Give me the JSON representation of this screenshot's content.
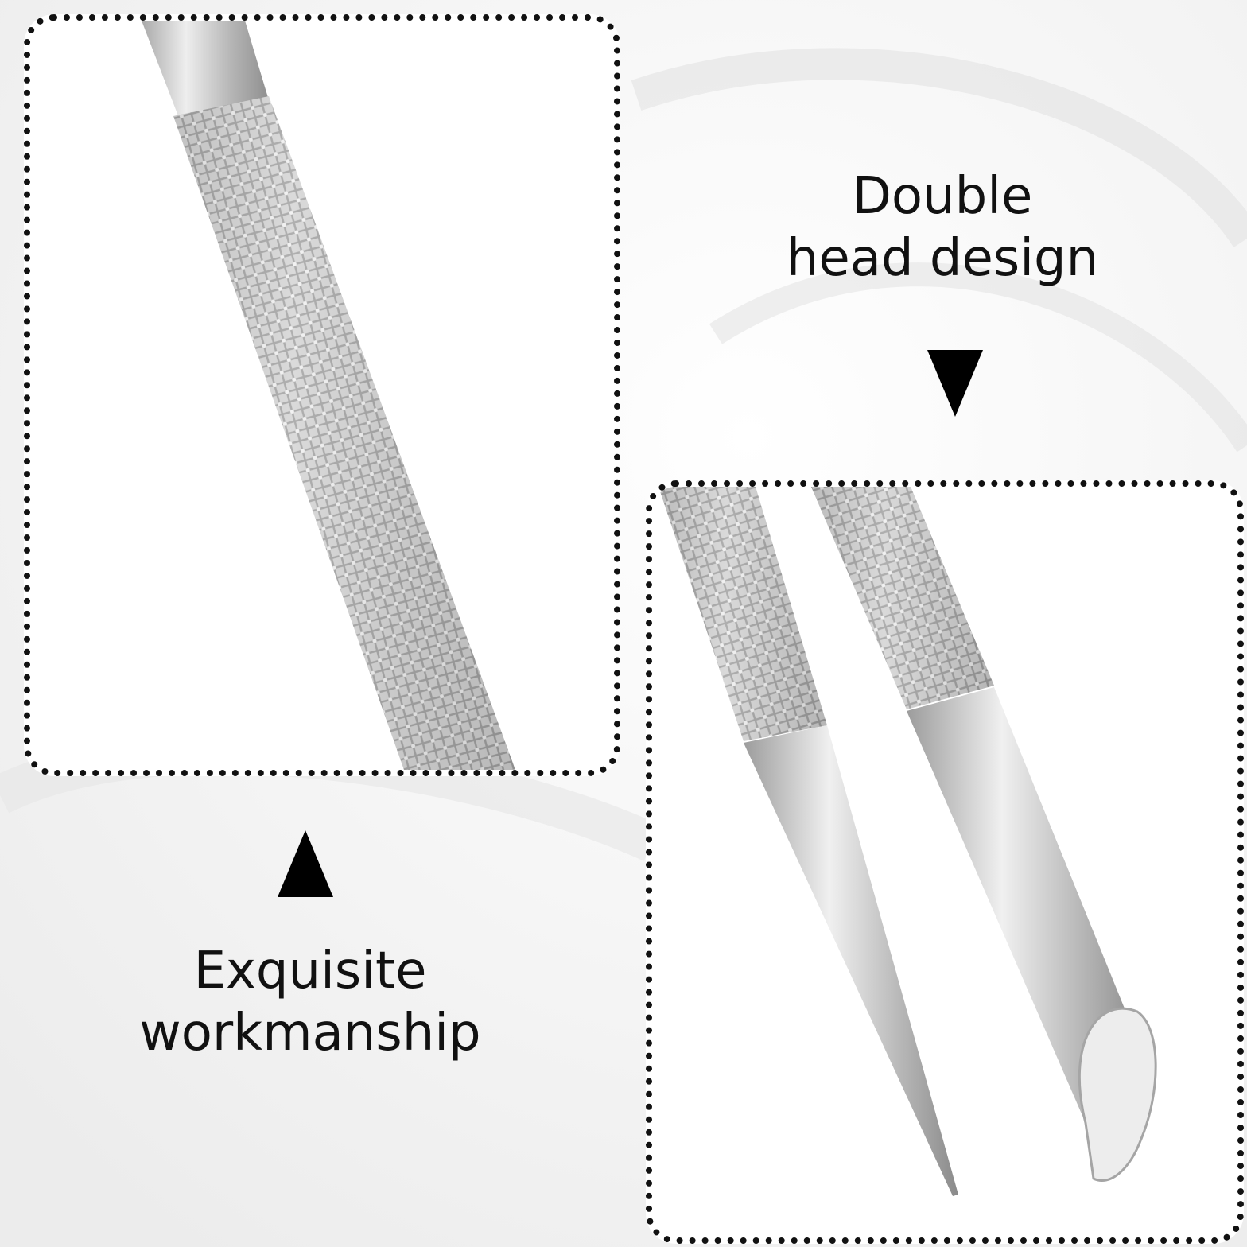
{
  "captions": {
    "top_right": [
      "Double",
      "head design"
    ],
    "bottom_left": [
      "Exquisite",
      "workmanship"
    ]
  },
  "colors": {
    "background": "#f4f4f4",
    "panel_fill": "#ffffff",
    "panel_border": "#111111",
    "metal_light": "#e6e6e6",
    "metal_dark": "#9a9a9a",
    "text": "#111111"
  },
  "icons": {
    "down_arrow": "down-triangle-icon",
    "up_arrow": "up-triangle-icon"
  }
}
